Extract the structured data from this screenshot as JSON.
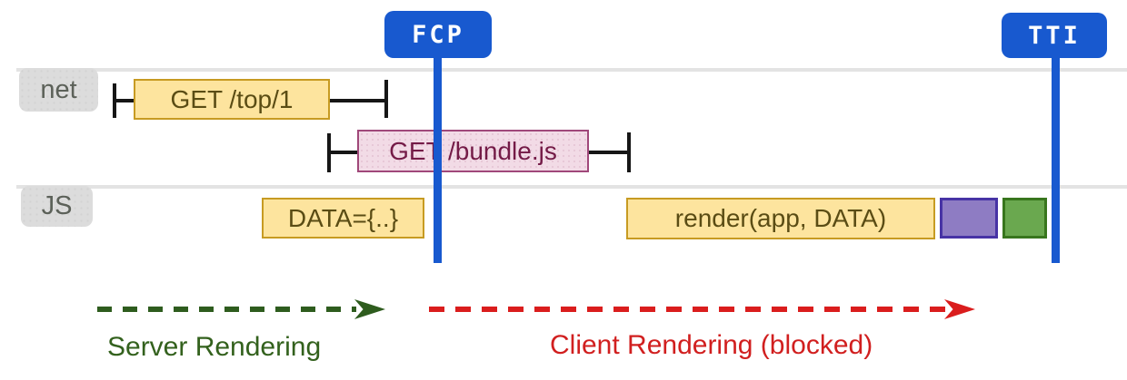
{
  "badges": {
    "fcp": "FCP",
    "tti": "TTI"
  },
  "lanes": {
    "net": "net",
    "js": "JS"
  },
  "tasks": {
    "get_top": "GET /top/1",
    "get_bundle": "GET /bundle.js",
    "data_assign": "DATA={..}",
    "render_call": "render(app, DATA)"
  },
  "phases": {
    "server": "Server Rendering",
    "client": "Client Rendering (blocked)"
  },
  "colors": {
    "marker_blue": "#1859cf",
    "task_yellow_fill": "#fde49e",
    "task_yellow_border": "#c79b22",
    "task_yellow_text": "#5a4c14",
    "task_pink_fill": "#f2dbe6",
    "task_pink_border": "#a0487a",
    "task_pink_text": "#741b47",
    "block_purple_fill": "#8e7cc3",
    "block_purple_border": "#4733a5",
    "block_green_fill": "#6aa84f",
    "block_green_border": "#38761d",
    "server_arrow_green": "#2e5c1e",
    "server_text_green": "#33611d",
    "client_arrow_red": "#da1d1d",
    "client_text_red": "#d11f1f",
    "lane_line_gray": "#e3e3e3",
    "lane_label_bg": "#dcdcdc",
    "lane_label_text": "#5c6159",
    "whisker_black": "#161616"
  }
}
